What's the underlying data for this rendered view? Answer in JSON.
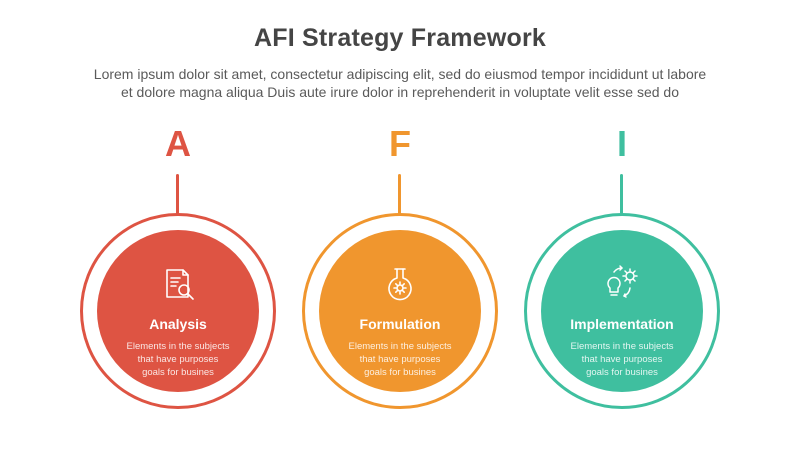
{
  "header": {
    "title": "AFI Strategy Framework",
    "subtitle_line1": "Lorem ipsum dolor sit amet, consectetur adipiscing elit, sed do eiusmod tempor incididunt ut labore",
    "subtitle_line2": "et dolore magna aliqua Duis aute irure dolor in reprehenderit in voluptate velit esse sed do"
  },
  "steps": [
    {
      "letter": "A",
      "title": "Analysis",
      "desc_line1": "Elements in the subjects",
      "desc_line2": "that have purposes",
      "desc_line3": "goals for busines",
      "icon": "document-search-icon",
      "color": "#de5443"
    },
    {
      "letter": "F",
      "title": "Formulation",
      "desc_line1": "Elements in the subjects",
      "desc_line2": "that have purposes",
      "desc_line3": "goals for busines",
      "icon": "flask-gear-icon",
      "color": "#f0962e"
    },
    {
      "letter": "I",
      "title": "Implementation",
      "desc_line1": "Elements in the subjects",
      "desc_line2": "that have purposes",
      "desc_line3": "goals for busines",
      "icon": "bulb-gear-cycle-icon",
      "color": "#3fbf9f"
    }
  ]
}
